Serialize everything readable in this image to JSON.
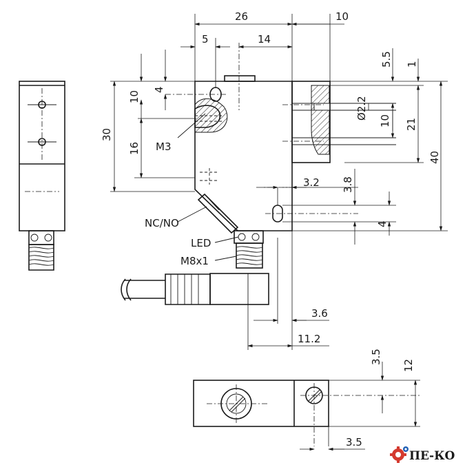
{
  "dimensions": {
    "d26": "26",
    "d10top": "10",
    "d5": "5",
    "d14": "14",
    "d5_5": "5.5",
    "d1": "1",
    "d4top": "4",
    "d10left": "10",
    "d30": "30",
    "d16": "16",
    "d2_2": "Ø2.2",
    "d10right": "10",
    "d21": "21",
    "d40": "40",
    "d3_8": "3.8",
    "d3_2": "3.2",
    "d4right": "4",
    "d3_6": "3.6",
    "d11_2": "11.2",
    "d3_5v": "3.5",
    "d12": "12",
    "d3_5h": "3.5"
  },
  "labels": {
    "m3": "M3",
    "ncno": "NC/NO",
    "led": "LED",
    "m8": "M8x1"
  },
  "logo": {
    "text": "ПЕ-КО",
    "color": "#1f5fb4",
    "gear_color": "#d43a2f"
  }
}
